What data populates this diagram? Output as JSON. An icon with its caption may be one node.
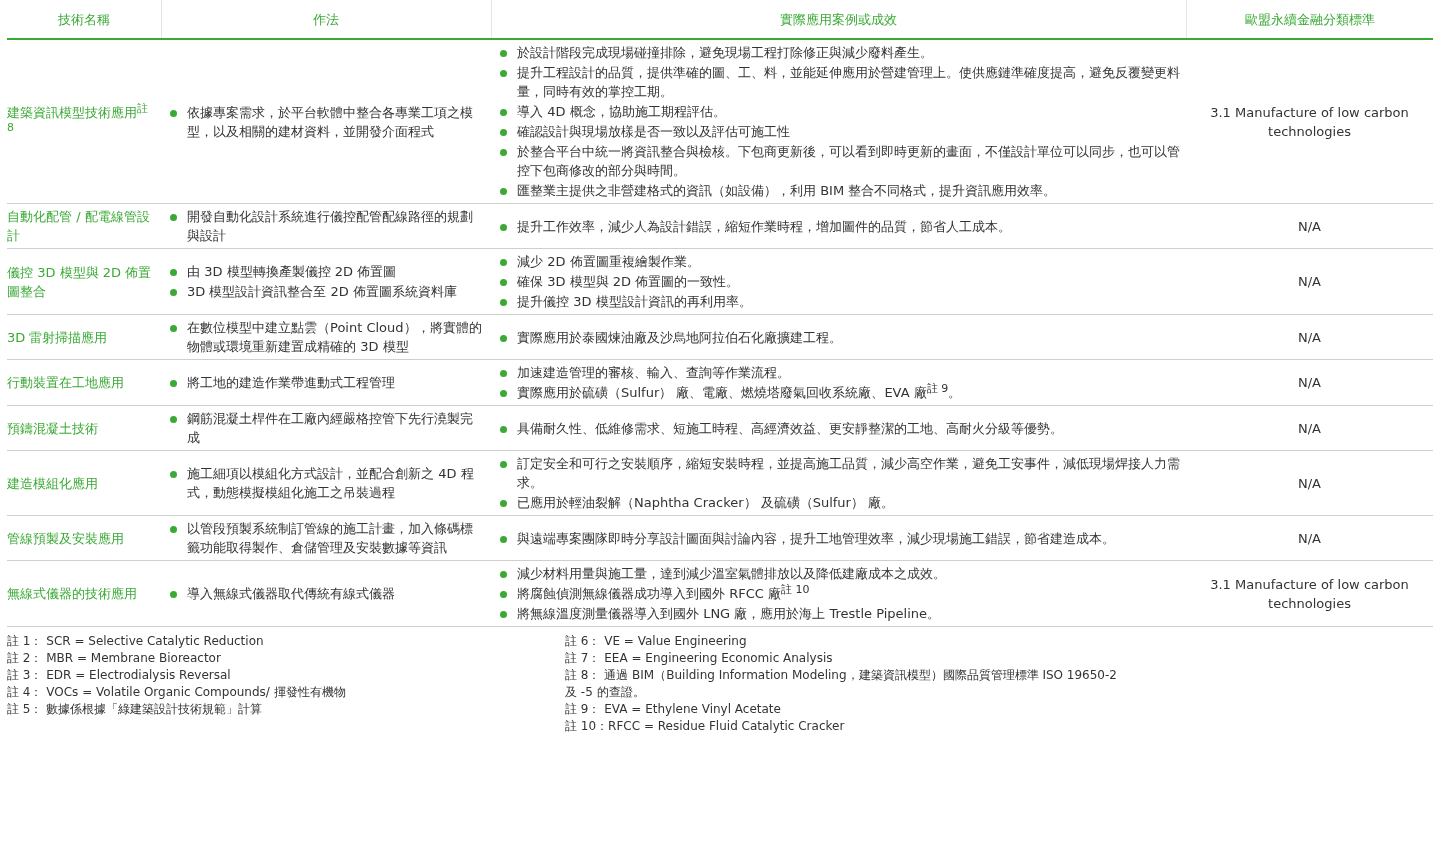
{
  "diagram": {
    "labels": [
      "技術名稱",
      "作法",
      "實際應用案例或成效",
      "歐盟永續金融分類標準",
      "建築資訊模型技術應用$^{註 8}$",
      "依據專案需求，於平台軟體中整合各專業工項之模型，以及相關的建材資料，並開發介面程式",
      "於設計階段完成現場碰撞排除，避免現場工程打除修正與減少廢料產生。",
      "提升工程設計的品質，提供準確的圖、工、料，並能延伸應用於營建管理上。使供應鏈準確度提高，避免反覆變更料量，同時有效的掌控工期。",
      "導入 4D 概念，協助施工期程評估。",
      "確認設計與現場放樣是否一致以及評估可施工性",
      "於整合平台中統一將資訊整合與檢核。下包商更新後，可以看到即時更新的畫面，不僅設計單位可以同步，也可以管控下包商修改的部分與時間。",
      "匯整業主提供之非營建格式的資訊（如設備），利用 BIM 整合不同格式，提升資訊應用效率。",
      "3.1 Manufacture of low carbon technologies",
      "自動化配管 / 配電線管設計",
      "開發自動化設計系統進行儀控配管配線路徑的規劃與設計",
      "提升工作效率，減少人為設計錯誤，縮短作業時程，增加圖件的品質，節省人工成本。",
      "N/A",
      "儀控 3D 模型與 2D 佈置圖整合",
      "由 3D 模型轉換產製儀控 2D 佈置圖",
      "3D 模型設計資訊整合至 2D 佈置圖系統資料庫",
      "減少 2D 佈置圖重複繪製作業。",
      "確保 3D 模型與 2D 佈置圖的一致性。",
      "提升儀控 3D 模型設計資訊的再利用率。",
      "N/A",
      "3D 雷射掃描應用",
      "在數位模型中建立點雲（Point Cloud），將實體的物體或環境重新建置成精確的 3D 模型",
      "實際應用於泰國煉油廠及沙烏地阿拉伯石化廠擴建工程。",
      "N/A",
      "行動裝置在工地應用",
      "將工地的建造作業帶進動式工程管理",
      "加速建造管理的審核、輸入、查詢等作業流程。",
      "實際應用於硫磺（Sulfur） 廠、電廠、燃燒塔廢氣回收系統廠、EVA 廠$^{註 9}$。",
      "N/A",
      "預鑄混凝土技術",
      "鋼筋混凝土桿件在工廠內經嚴格控管下先行澆製完成",
      "具備耐久性、低維修需求、短施工時程、高經濟效益、更安靜整潔的工地、高耐火分級等優勢。",
      "N/A",
      "建造模組化應用",
      "施工細項以模組化方式設計，並配合創新之 4D 程式，動態模擬模組化施工之吊裝過程",
      "訂定安全和可行之安裝順序，縮短安裝時程，並提高施工品質，減少高空作業，避免工安事件，減低現場焊接人力需求。",
      "已應用於輕油裂解（Naphtha Cracker） 及硫磺（Sulfur） 廠。",
      "N/A",
      "管線預製及安裝應用",
      "以管段預製系統制訂管線的施工計畫，加入條碼標籤功能取得製作、倉儲管理及安裝數據等資訊",
      "與遠端專案團隊即時分享設計圖面與討論內容，提升工地管理效率，減少現場施工錯誤，節省建造成本。",
      "N/A",
      "無線式儀器的技術應用",
      "導入無線式儀器取代傳統有線式儀器",
      "減少材料用量與施工量，達到減少溫室氣體排放以及降低建廠成本之成效。",
      "將腐蝕偵測無線儀器成功導入到國外 RFCC 廠$^{註 10}$",
      "將無線溫度測量儀器導入到國外 LNG 廠，應用於海上 Trestle Pipeline。",
      "3.1 Manufacture of low carbon technologies",
      "註 1： SCR = Selective Catalytic Reduction",
      "註 2： MBR = Membrane Bioreactor",
      "註 3： EDR = Electrodialysis Reversal",
      "註 4： VOCs = Volatile Organic Compounds/ 揮發性有機物",
      "註 5： 數據係根據「綠建築設計技術規範」計算",
      "註 6： VE = Value Engineering",
      "註 7： EEA = Engineering Economic Analysis",
      "註 8： 通過 BIM（Building Information Modeling，建築資訊模型）國際品質管理標準 ISO 19650-2 及 -5 的查證。",
      "註 9： EVA = Ethylene Vinyl Acetate",
      "註 10：RFCC = Residue Fluid Catalytic Cracker"
    ]
  }
}
